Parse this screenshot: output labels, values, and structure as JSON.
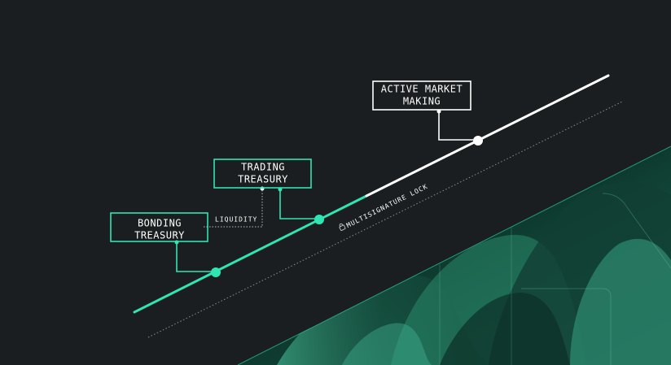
{
  "colors": {
    "background": "#1b1e20",
    "accent": "#2fe5b3",
    "line_white": "#ffffff",
    "dotted": "#8a8f93",
    "wave_dark": "#0f3b30",
    "wave_mid": "#1f6b55",
    "wave_light": "#3c9c7e"
  },
  "nodes": {
    "bonding_treasury": {
      "line1": "BONDING",
      "line2": "TREASURY"
    },
    "trading_treasury": {
      "line1": "TRADING",
      "line2": "TREASURY"
    },
    "active_market_making": {
      "line1": "ACTIVE MARKET",
      "line2": "MAKING"
    }
  },
  "labels": {
    "liquidity": "LIQUIDITY",
    "multisig": "MULTISIGNATURE LOCK"
  },
  "icons": {
    "lock": "lock-icon"
  }
}
